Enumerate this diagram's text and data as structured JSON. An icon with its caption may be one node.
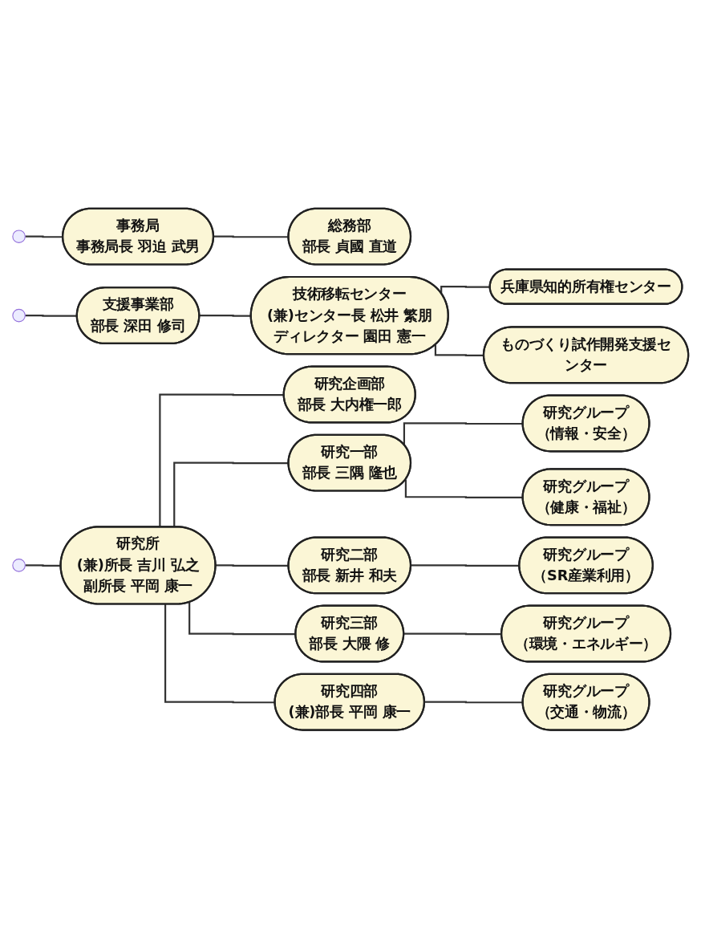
{
  "diagram": {
    "nodes": [
      {
        "text": [
          "事務局",
          "事務局長 羽迫 武男"
        ]
      },
      {
        "text": [
          "総務部",
          "部長 貞國 直道"
        ]
      },
      {
        "text": [
          "支援事業部",
          "部長 深田 修司"
        ]
      },
      {
        "text": [
          "技術移転センター",
          "(兼)センター長 松井 繁朋",
          "ディレクター 園田 憲一"
        ]
      },
      {
        "text": [
          "兵庫県知的所有権センター"
        ]
      },
      {
        "text": [
          "ものづくり試作開発支援センター"
        ]
      },
      {
        "text": [
          "研究所",
          "(兼)所長 吉川 弘之",
          "副所長 平岡 康一"
        ]
      },
      {
        "text": [
          "研究企画部",
          "部長 大内権一郎"
        ]
      },
      {
        "text": [
          "研究一部",
          "部長 三隅 隆也"
        ]
      },
      {
        "text": [
          "研究グループ",
          "（情報・安全）"
        ]
      },
      {
        "text": [
          "研究グループ",
          "（健康・福祉）"
        ]
      },
      {
        "text": [
          "研究二部",
          "部長 新井 和夫"
        ]
      },
      {
        "text": [
          "研究グループ",
          "（SR産業利用）"
        ]
      },
      {
        "text": [
          "研究三部",
          "部長 大隈 修"
        ]
      },
      {
        "text": [
          "研究グループ",
          "（環境・エネルギー）"
        ]
      },
      {
        "text": [
          "研究四部",
          "(兼)部長 平岡 康一"
        ]
      },
      {
        "text": [
          "研究グループ",
          "（交通・物流）"
        ]
      }
    ],
    "edges": [
      {
        "from": null,
        "to": 0,
        "arrow": "none"
      },
      {
        "from": null,
        "to": 2,
        "arrow": "none"
      },
      {
        "from": null,
        "to": 6,
        "arrow": "none"
      },
      {
        "from": 0,
        "to": 1,
        "arrow": "none"
      },
      {
        "from": 2,
        "to": 3,
        "arrow": "none"
      },
      {
        "from": 3,
        "to": 4,
        "arrow": "none"
      },
      {
        "from": 3,
        "to": 5,
        "arrow": "none"
      },
      {
        "from": 6,
        "to": 7,
        "arrow": "none"
      },
      {
        "from": 6,
        "to": 8,
        "arrow": "none"
      },
      {
        "from": 6,
        "to": 11,
        "arrow": "none"
      },
      {
        "from": 6,
        "to": 13,
        "arrow": "none"
      },
      {
        "from": 6,
        "to": 15,
        "arrow": "none"
      },
      {
        "from": 8,
        "to": 9,
        "arrow": "none"
      },
      {
        "from": 8,
        "to": 10,
        "arrow": "none"
      },
      {
        "from": 11,
        "to": 12,
        "arrow": "none"
      },
      {
        "from": 13,
        "to": 14,
        "arrow": "none"
      },
      {
        "from": 15,
        "to": 16,
        "arrow": "none"
      }
    ]
  }
}
